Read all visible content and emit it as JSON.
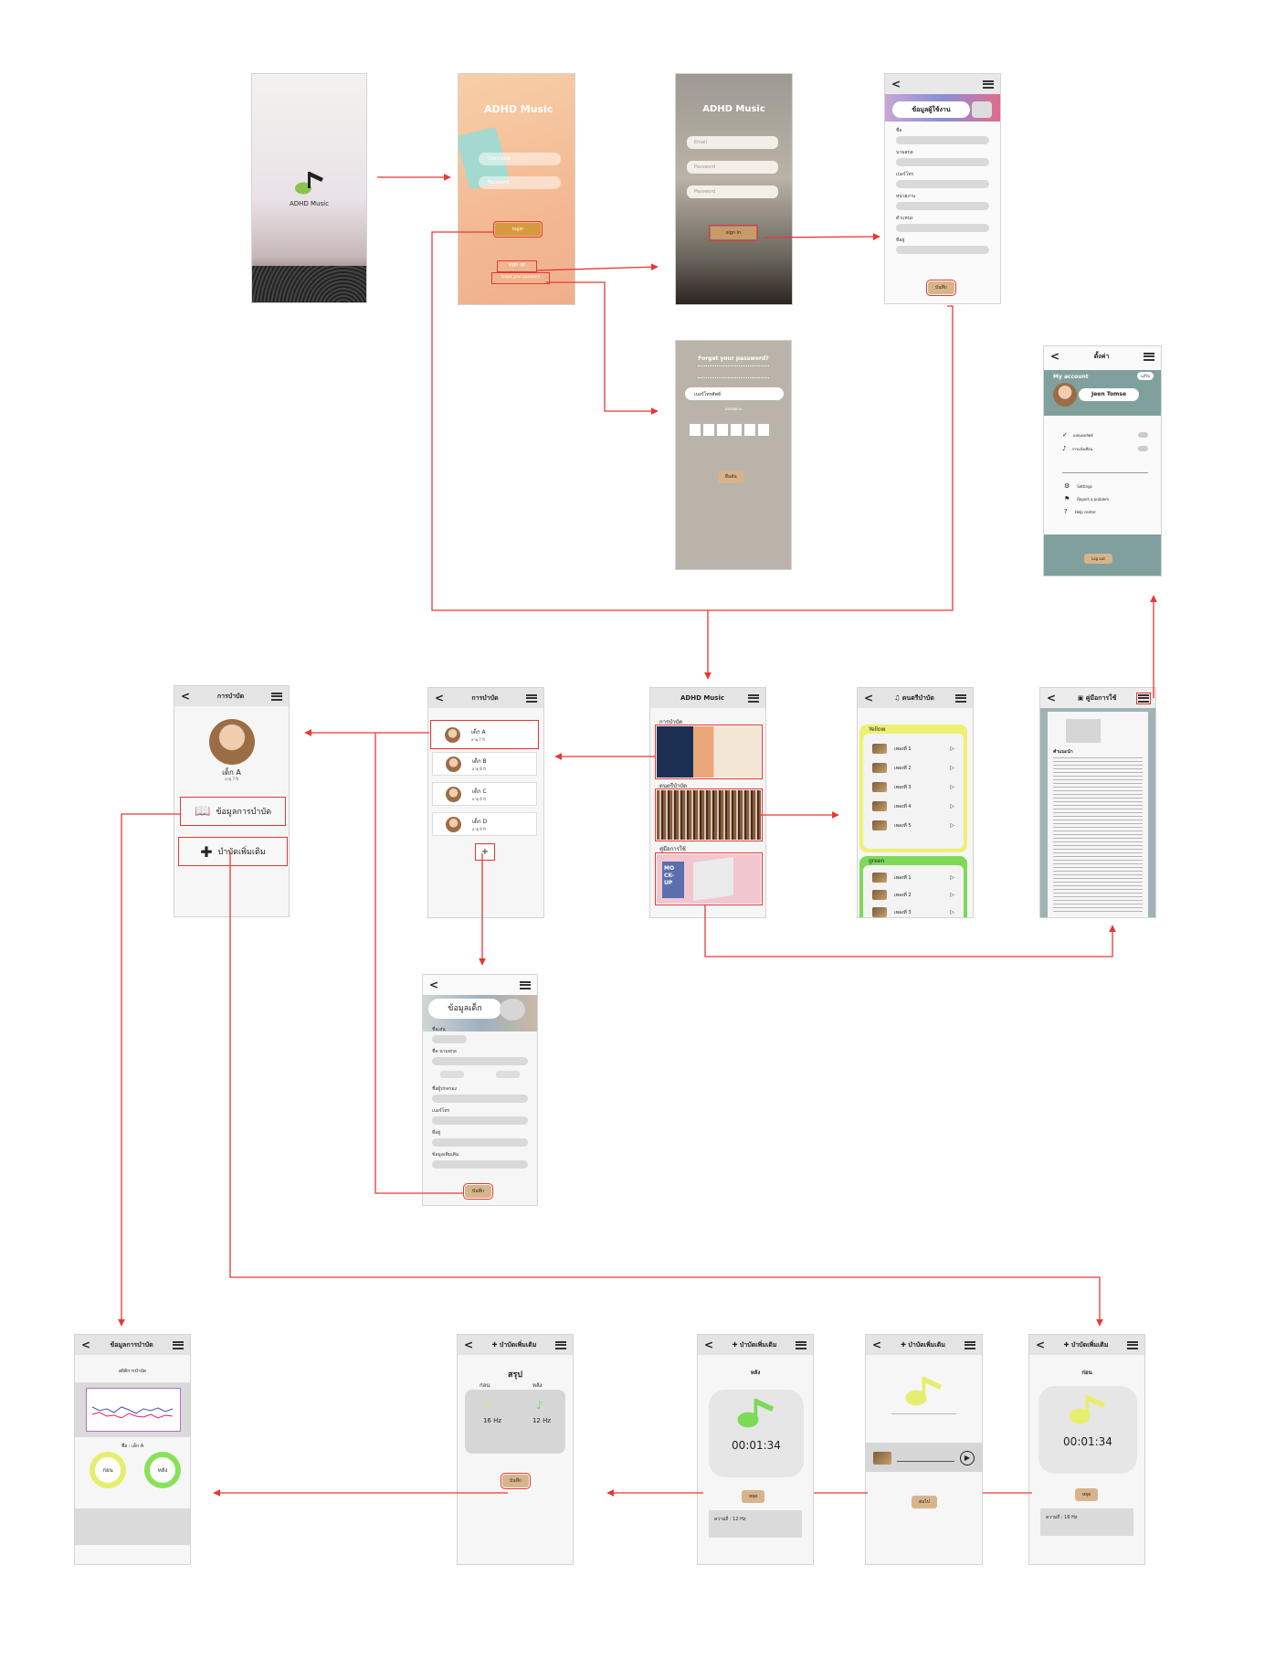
{
  "app_name": "ADHD Music",
  "splash": {
    "label": "ADHD Music"
  },
  "login": {
    "title": "ADHD Music",
    "username_placeholder": "Username",
    "password_placeholder": "Password",
    "login_label": "login",
    "signup_label": "sign up",
    "forgot_label": "forget your password"
  },
  "signup": {
    "title": "ADHD Music",
    "email_placeholder": "Email",
    "password_placeholder": "Password",
    "password2_placeholder": "Password",
    "signin_label": "sign in"
  },
  "profile": {
    "title": "ข้อมูลผู้ใช้งาน",
    "fields": [
      "ชื่อ",
      "นามสกุล",
      "เบอร์โทร",
      "หน่วยงาน",
      "ตำแหน่ง",
      "ที่อยู่"
    ],
    "save_label": "บันทึก"
  },
  "forgot": {
    "title": "Forget your password?",
    "input_placeholder": "เบอร์โทรศัพท์",
    "send_label": "ส่งรหัสผ่าน",
    "confirm_label": "ยืนยัน"
  },
  "settings": {
    "title": "ตั้งค่า",
    "my_account": "My account",
    "edit_label": "แก้ไข",
    "user_name": "Jeen Tomse",
    "toggle1": "แสดงผลลัพธ์",
    "toggle2": "การแจ้งเตือน",
    "menu1": "Settings",
    "menu2": "Report a problem",
    "menu3": "Help center",
    "logout": "Log out"
  },
  "child_detail": {
    "title": "การบำบัด",
    "child_name": "เด็ก A",
    "child_sub": "อายุ 7 ปี",
    "btn1": "ข้อมูลการบำบัด",
    "btn2": "บำบัดเพิ่มเติม"
  },
  "child_list": {
    "title": "การบำบัด",
    "children": [
      {
        "name": "เด็ก A",
        "sub": "อายุ 7 ปี"
      },
      {
        "name": "เด็ก B",
        "sub": "อายุ 8 ปี"
      },
      {
        "name": "เด็ก C",
        "sub": "อายุ 6 ปี"
      },
      {
        "name": "เด็ก D",
        "sub": "อายุ 9 ปี"
      }
    ],
    "add_label": "+"
  },
  "home": {
    "title": "ADHD Music",
    "section1": "การบำบัด",
    "section2": "ดนตรีบำบัด",
    "section3": "คู่มือการใช้",
    "mockup_text": "MO CK- UP"
  },
  "music": {
    "title": "ดนตรีบำบัด",
    "group1": "Yellow",
    "group2": "green",
    "tracks_yellow": [
      "เพลงที่ 1",
      "เพลงที่ 2",
      "เพลงที่ 3",
      "เพลงที่ 4",
      "เพลงที่ 5"
    ],
    "tracks_green": [
      "เพลงที่ 1",
      "เพลงที่ 2",
      "เพลงที่ 3"
    ]
  },
  "manual": {
    "title": "คู่มือการใช้",
    "heading": "คำแนะนำ"
  },
  "child_form": {
    "title": "ข้อมูลเด็ก",
    "fields": [
      "ชื่อเล่น",
      "ชื่อ-นามสกุล",
      "ชื่อผู้ปกครอง",
      "เบอร์โทร",
      "ที่อยู่",
      "ข้อมูลเพิ่มเติม"
    ],
    "save_label": "บันทึก"
  },
  "report": {
    "title": "ข้อมูลการบำบัด",
    "subtitle": "สถิติการบำบัด",
    "child_label": "ชื่อ : เด็ก A",
    "before": "ก่อน",
    "after": "หลัง"
  },
  "summary": {
    "title": "บำบัดเพิ่มเติม",
    "heading": "สรุป",
    "before": "ก่อน",
    "after": "หลัง",
    "hz_before": "16 Hz",
    "hz_after": "12 Hz",
    "save_label": "บันทึก"
  },
  "session_after": {
    "title": "บำบัดเพิ่มเติม",
    "label": "หลัง",
    "time": "00:01:34",
    "stop_label": "หยุด",
    "info1": "ความถี่ : 12 Hz"
  },
  "session_play": {
    "title": "บำบัดเพิ่มเติม",
    "next_label": "ต่อไป"
  },
  "session_before": {
    "title": "บำบัดเพิ่มเติม",
    "label": "ก่อน",
    "time": "00:01:34",
    "stop_label": "หยุด",
    "info1": "ความถี่ : 16 Hz"
  }
}
